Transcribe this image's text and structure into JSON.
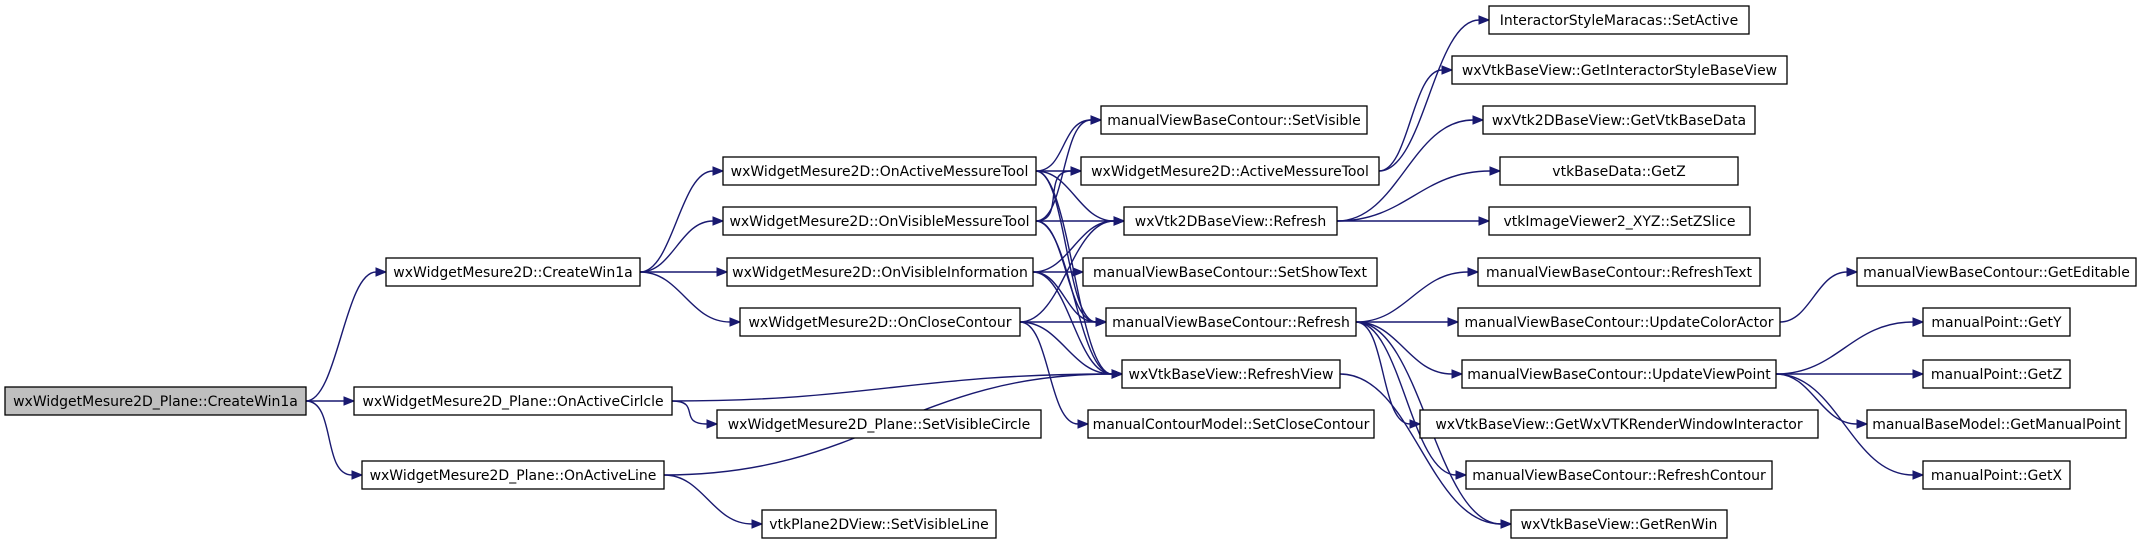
{
  "graph": {
    "root": "n0",
    "colors": {
      "edge": "#191970",
      "root_fill": "#bfbfbf",
      "node_fill": "#ffffff",
      "node_stroke": "#000000"
    },
    "nodes": [
      {
        "id": "n0",
        "label": "wxWidgetMesure2D_Plane::CreateWin1a"
      },
      {
        "id": "n1",
        "label": "wxWidgetMesure2D::CreateWin1a"
      },
      {
        "id": "n2",
        "label": "wxWidgetMesure2D_Plane::OnActiveCirlcle"
      },
      {
        "id": "n3",
        "label": "wxWidgetMesure2D_Plane::OnActiveLine"
      },
      {
        "id": "n4",
        "label": "wxWidgetMesure2D::OnActiveMessureTool"
      },
      {
        "id": "n5",
        "label": "wxWidgetMesure2D::OnVisibleMessureTool"
      },
      {
        "id": "n6",
        "label": "wxWidgetMesure2D::OnVisibleInformation"
      },
      {
        "id": "n7",
        "label": "wxWidgetMesure2D::OnCloseContour"
      },
      {
        "id": "n8",
        "label": "wxWidgetMesure2D_Plane::SetVisibleCircle"
      },
      {
        "id": "n9",
        "label": "vtkPlane2DView::SetVisibleLine"
      },
      {
        "id": "n10",
        "label": "manualViewBaseContour::SetVisible"
      },
      {
        "id": "n11",
        "label": "wxWidgetMesure2D::ActiveMessureTool"
      },
      {
        "id": "n12",
        "label": "wxVtk2DBaseView::Refresh"
      },
      {
        "id": "n13",
        "label": "manualViewBaseContour::SetShowText"
      },
      {
        "id": "n14",
        "label": "manualViewBaseContour::Refresh"
      },
      {
        "id": "n15",
        "label": "wxVtkBaseView::RefreshView"
      },
      {
        "id": "n16",
        "label": "manualContourModel::SetCloseContour"
      },
      {
        "id": "n17",
        "label": "InteractorStyleMaracas::SetActive"
      },
      {
        "id": "n18",
        "label": "wxVtkBaseView::GetInteractorStyleBaseView"
      },
      {
        "id": "n19",
        "label": "wxVtk2DBaseView::GetVtkBaseData"
      },
      {
        "id": "n20",
        "label": "vtkBaseData::GetZ"
      },
      {
        "id": "n21",
        "label": "vtkImageViewer2_XYZ::SetZSlice"
      },
      {
        "id": "n22",
        "label": "manualViewBaseContour::RefreshText"
      },
      {
        "id": "n23",
        "label": "manualViewBaseContour::UpdateColorActor"
      },
      {
        "id": "n24",
        "label": "manualViewBaseContour::UpdateViewPoint"
      },
      {
        "id": "n25",
        "label": "wxVtkBaseView::GetWxVTKRenderWindowInteractor"
      },
      {
        "id": "n26",
        "label": "manualViewBaseContour::RefreshContour"
      },
      {
        "id": "n27",
        "label": "wxVtkBaseView::GetRenWin"
      },
      {
        "id": "n28",
        "label": "manualViewBaseContour::GetEditable"
      },
      {
        "id": "n29",
        "label": "manualPoint::GetY"
      },
      {
        "id": "n30",
        "label": "manualPoint::GetZ"
      },
      {
        "id": "n31",
        "label": "manualBaseModel::GetManualPoint"
      },
      {
        "id": "n32",
        "label": "manualPoint::GetX"
      }
    ],
    "edges": [
      [
        "n0",
        "n1"
      ],
      [
        "n0",
        "n2"
      ],
      [
        "n0",
        "n3"
      ],
      [
        "n1",
        "n4"
      ],
      [
        "n1",
        "n5"
      ],
      [
        "n1",
        "n6"
      ],
      [
        "n1",
        "n7"
      ],
      [
        "n2",
        "n8"
      ],
      [
        "n2",
        "n15"
      ],
      [
        "n3",
        "n9"
      ],
      [
        "n3",
        "n15"
      ],
      [
        "n4",
        "n10"
      ],
      [
        "n4",
        "n11"
      ],
      [
        "n4",
        "n12"
      ],
      [
        "n4",
        "n14"
      ],
      [
        "n4",
        "n15"
      ],
      [
        "n5",
        "n10"
      ],
      [
        "n5",
        "n11"
      ],
      [
        "n5",
        "n12"
      ],
      [
        "n5",
        "n14"
      ],
      [
        "n5",
        "n15"
      ],
      [
        "n6",
        "n12"
      ],
      [
        "n6",
        "n13"
      ],
      [
        "n6",
        "n14"
      ],
      [
        "n6",
        "n15"
      ],
      [
        "n7",
        "n12"
      ],
      [
        "n7",
        "n14"
      ],
      [
        "n7",
        "n15"
      ],
      [
        "n7",
        "n16"
      ],
      [
        "n11",
        "n17"
      ],
      [
        "n11",
        "n18"
      ],
      [
        "n12",
        "n19"
      ],
      [
        "n12",
        "n20"
      ],
      [
        "n12",
        "n21"
      ],
      [
        "n14",
        "n22"
      ],
      [
        "n14",
        "n23"
      ],
      [
        "n14",
        "n24"
      ],
      [
        "n14",
        "n25"
      ],
      [
        "n14",
        "n26"
      ],
      [
        "n14",
        "n27"
      ],
      [
        "n15",
        "n27"
      ],
      [
        "n23",
        "n28"
      ],
      [
        "n24",
        "n29"
      ],
      [
        "n24",
        "n30"
      ],
      [
        "n24",
        "n31"
      ],
      [
        "n24",
        "n32"
      ]
    ]
  }
}
